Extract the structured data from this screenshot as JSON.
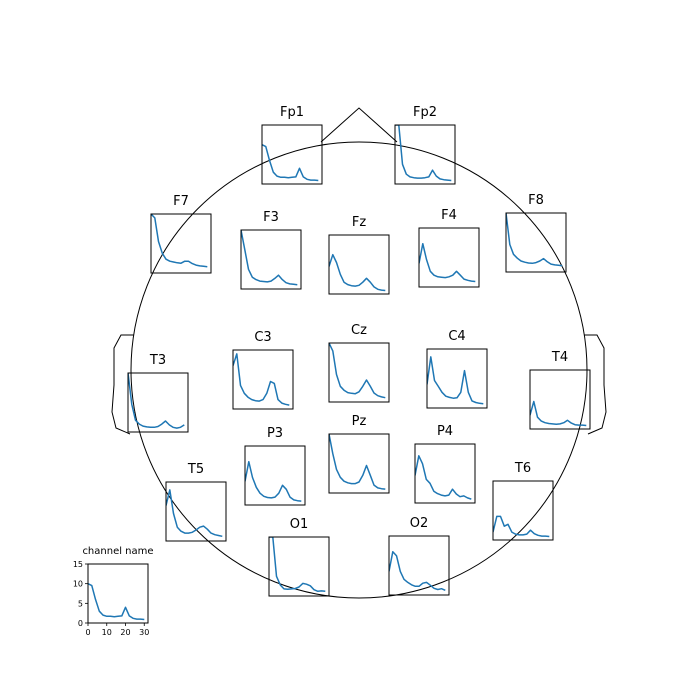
{
  "chart_data": {
    "type": "line",
    "layout": "topomap-grid",
    "line_color": "#1f77b4",
    "outline_color": "#000000",
    "xlim": [
      0,
      32
    ],
    "ylim": [
      0,
      15
    ],
    "channels": [
      {
        "name": "Fp1",
        "x": [
          0,
          2,
          4,
          6,
          8,
          10,
          12,
          14,
          16,
          18,
          20,
          22,
          24,
          26,
          28,
          30
        ],
        "y": [
          10,
          9.5,
          6,
          3,
          2,
          1.7,
          1.7,
          1.6,
          1.7,
          1.8,
          4,
          1.8,
          1.2,
          1,
          1,
          0.9
        ]
      },
      {
        "name": "Fp2",
        "x": [
          0,
          2,
          4,
          6,
          8,
          10,
          12,
          14,
          16,
          18,
          20,
          22,
          24,
          26,
          28,
          30
        ],
        "y": [
          15,
          15,
          5,
          2.5,
          1.8,
          1.6,
          1.5,
          1.5,
          1.6,
          1.8,
          3.5,
          2,
          1.3,
          1.1,
          1,
          0.9
        ]
      },
      {
        "name": "F7",
        "x": [
          0,
          2,
          4,
          6,
          8,
          10,
          12,
          14,
          16,
          18,
          20,
          22,
          24,
          26,
          28,
          30
        ],
        "y": [
          15,
          14,
          8,
          5,
          3.5,
          3,
          2.8,
          2.6,
          2.5,
          3,
          3,
          2.4,
          2,
          1.8,
          1.7,
          1.6
        ]
      },
      {
        "name": "F3",
        "x": [
          0,
          2,
          4,
          6,
          8,
          10,
          12,
          14,
          16,
          18,
          20,
          22,
          24,
          26,
          28,
          30
        ],
        "y": [
          15,
          10,
          5,
          3,
          2.4,
          2,
          1.9,
          1.8,
          2,
          2.7,
          3.5,
          2.4,
          1.6,
          1.3,
          1.2,
          1.1
        ]
      },
      {
        "name": "Fz",
        "x": [
          0,
          2,
          4,
          6,
          8,
          10,
          12,
          14,
          16,
          18,
          20,
          22,
          24,
          26,
          28,
          30
        ],
        "y": [
          7,
          10,
          8,
          5,
          3,
          2.4,
          2.1,
          2,
          2.2,
          3,
          4,
          3,
          1.8,
          1.2,
          1,
          0.9
        ]
      },
      {
        "name": "F4",
        "x": [
          0,
          2,
          4,
          6,
          8,
          10,
          12,
          14,
          16,
          18,
          20,
          22,
          24,
          26,
          28,
          30
        ],
        "y": [
          6,
          11,
          7,
          4,
          3,
          2.6,
          2.5,
          2.4,
          2.6,
          3,
          4,
          3,
          2,
          1.7,
          1.5,
          1.4
        ]
      },
      {
        "name": "F8",
        "x": [
          0,
          2,
          4,
          6,
          8,
          10,
          12,
          14,
          16,
          18,
          20,
          22,
          24,
          26,
          28,
          30
        ],
        "y": [
          15,
          7,
          4.5,
          3.5,
          2.8,
          2.5,
          2.3,
          2.2,
          2.4,
          2.8,
          3.4,
          2.6,
          2,
          1.8,
          1.7,
          1.6
        ]
      },
      {
        "name": "T3",
        "x": [
          0,
          2,
          4,
          6,
          8,
          10,
          12,
          14,
          16,
          18,
          20,
          22,
          24,
          26,
          28,
          30
        ],
        "y": [
          15,
          7,
          3,
          2,
          1.5,
          1.3,
          1.2,
          1.2,
          1.4,
          2,
          2.8,
          1.8,
          1.2,
          1,
          1.2,
          1.8
        ]
      },
      {
        "name": "C3",
        "x": [
          0,
          2,
          4,
          6,
          8,
          10,
          12,
          14,
          16,
          18,
          20,
          22,
          24,
          26,
          28,
          30
        ],
        "y": [
          11,
          14,
          6,
          4,
          3,
          2.4,
          2.1,
          2,
          2.4,
          4,
          7,
          6.5,
          2.4,
          1.5,
          1.2,
          1
        ]
      },
      {
        "name": "Cz",
        "x": [
          0,
          2,
          4,
          6,
          8,
          10,
          12,
          14,
          16,
          18,
          20,
          22,
          24,
          26,
          28,
          30
        ],
        "y": [
          15,
          13,
          7,
          4,
          3,
          2.4,
          2.2,
          2.1,
          2.6,
          4,
          5.6,
          4,
          2.3,
          1.6,
          1.3,
          1.1
        ]
      },
      {
        "name": "C4",
        "x": [
          0,
          2,
          4,
          6,
          8,
          10,
          12,
          14,
          16,
          18,
          20,
          22,
          24,
          26,
          28,
          30
        ],
        "y": [
          6,
          13,
          7,
          5.5,
          4,
          3,
          2.7,
          2.5,
          2.6,
          4,
          9.5,
          4,
          1.8,
          1.4,
          1.2,
          1.1
        ]
      },
      {
        "name": "T4",
        "x": [
          0,
          2,
          4,
          6,
          8,
          10,
          12,
          14,
          16,
          18,
          20,
          22,
          24,
          26,
          28,
          30
        ],
        "y": [
          3.5,
          7,
          3,
          2,
          1.6,
          1.4,
          1.3,
          1.2,
          1.3,
          1.6,
          2.2,
          1.5,
          1.1,
          1,
          1,
          0.9
        ]
      },
      {
        "name": "P3",
        "x": [
          0,
          2,
          4,
          6,
          8,
          10,
          12,
          14,
          16,
          18,
          20,
          22,
          24,
          26,
          28,
          30
        ],
        "y": [
          6,
          11,
          7,
          4.5,
          3,
          2.2,
          1.9,
          1.8,
          2,
          3,
          5,
          4,
          2,
          1.3,
          1.1,
          1
        ]
      },
      {
        "name": "Pz",
        "x": [
          0,
          2,
          4,
          6,
          8,
          10,
          12,
          14,
          16,
          18,
          20,
          22,
          24,
          26,
          28,
          30
        ],
        "y": [
          15,
          10,
          6,
          4,
          3,
          2.6,
          2.4,
          2.4,
          2.8,
          4.5,
          7,
          4.5,
          2,
          1.3,
          1.1,
          1
        ]
      },
      {
        "name": "P4",
        "x": [
          0,
          2,
          4,
          6,
          8,
          10,
          12,
          14,
          16,
          18,
          20,
          22,
          24,
          26,
          28,
          30
        ],
        "y": [
          7,
          12,
          10,
          6,
          5,
          3,
          2.4,
          2,
          1.8,
          2,
          3.5,
          2.3,
          1.6,
          1.8,
          1.3,
          1
        ]
      },
      {
        "name": "T5",
        "x": [
          0,
          2,
          4,
          6,
          8,
          10,
          12,
          14,
          16,
          18,
          20,
          22,
          24,
          26,
          28,
          30
        ],
        "y": [
          9,
          13,
          7,
          3.5,
          2.5,
          2,
          2,
          2.2,
          2.8,
          3.5,
          3.8,
          3,
          2,
          1.6,
          1.4,
          1.2
        ]
      },
      {
        "name": "T6",
        "x": [
          0,
          2,
          4,
          6,
          8,
          10,
          12,
          14,
          16,
          18,
          20,
          22,
          24,
          26,
          28,
          30
        ],
        "y": [
          2,
          6,
          6,
          3.5,
          4,
          2,
          1.5,
          1.3,
          1.3,
          1.5,
          2.5,
          1.6,
          1.2,
          1,
          1,
          0.9
        ]
      },
      {
        "name": "O1",
        "x": [
          0,
          2,
          4,
          6,
          8,
          10,
          12,
          14,
          16,
          18,
          20,
          22,
          24,
          26,
          28,
          30
        ],
        "y": [
          15,
          15,
          5,
          2.8,
          1.8,
          1.7,
          1.8,
          1.9,
          2.3,
          3.2,
          3,
          2.6,
          1.6,
          1.2,
          1.3,
          1.2
        ]
      },
      {
        "name": "O2",
        "x": [
          0,
          2,
          4,
          6,
          8,
          10,
          12,
          14,
          16,
          18,
          20,
          22,
          24,
          26,
          28,
          30
        ],
        "y": [
          6,
          11,
          10,
          6,
          4,
          3.2,
          2.6,
          2.2,
          2.2,
          3,
          3.2,
          2.5,
          1.7,
          1.4,
          1.6,
          1.2
        ]
      }
    ],
    "reference": {
      "title": "channel name",
      "x": [
        0,
        2,
        4,
        6,
        8,
        10,
        12,
        14,
        16,
        18,
        20,
        22,
        24,
        26,
        28,
        30
      ],
      "y": [
        10,
        9.5,
        6,
        3,
        2,
        1.7,
        1.7,
        1.6,
        1.7,
        1.8,
        4,
        1.8,
        1.2,
        1,
        1,
        0.9
      ],
      "xticks": [
        "0",
        "10",
        "20",
        "30"
      ],
      "yticks": [
        "0",
        "5",
        "10",
        "15"
      ]
    }
  }
}
